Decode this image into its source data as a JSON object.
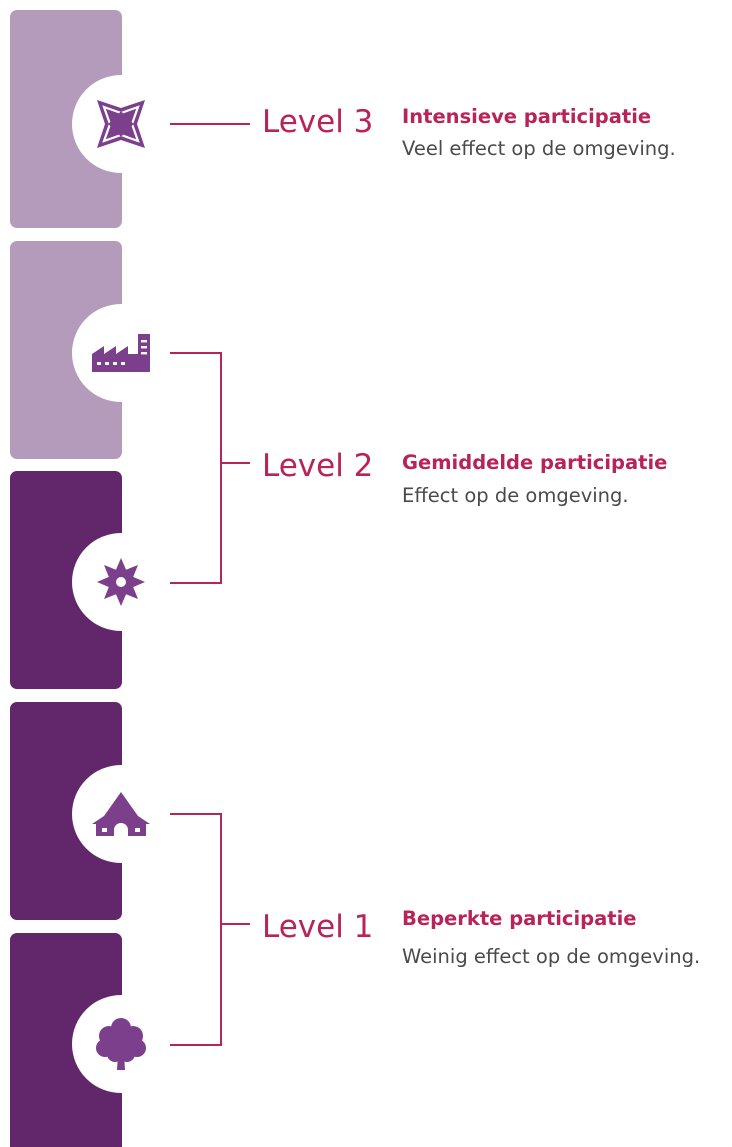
{
  "colors": {
    "bar_light": "#b49bbb",
    "bar_dark": "#62266a",
    "accent": "#b8245a",
    "icon": "#7b3f8c",
    "text": "#4a4a4a"
  },
  "levels": [
    {
      "label": "Level 3",
      "title": "Intensieve participatie",
      "description": "Veel effect op de omgeving.",
      "icons": [
        "star-fort-icon"
      ]
    },
    {
      "label": "Level 2",
      "title": "Gemiddelde participatie",
      "description": "Effect op de omgeving.",
      "icons": [
        "factory-icon",
        "flower-icon"
      ]
    },
    {
      "label": "Level 1",
      "title": "Beperkte participatie",
      "description": "Weinig effect op de omgeving.",
      "icons": [
        "farm-barn-icon",
        "tree-icon"
      ]
    }
  ]
}
